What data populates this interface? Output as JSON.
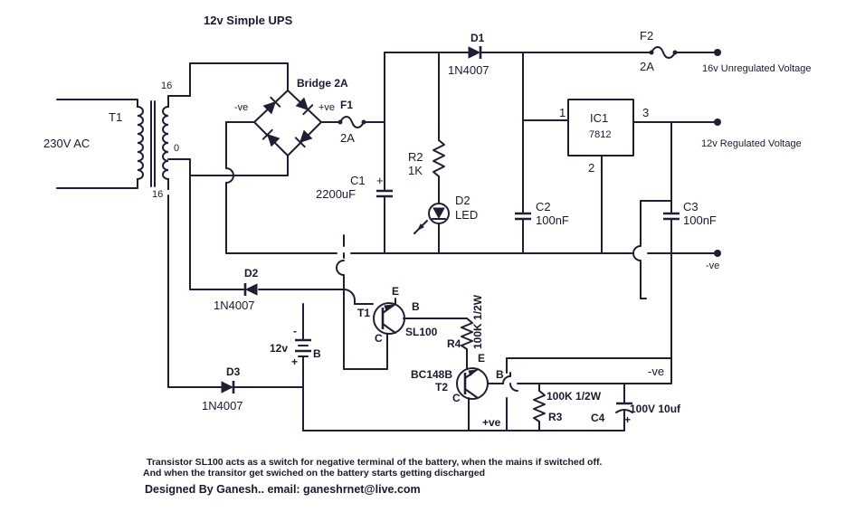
{
  "title": "12v Simple UPS",
  "transformer": {
    "ref": "T1",
    "input": "230V AC",
    "tap_top": "16",
    "tap_center": "0",
    "tap_bottom": "16"
  },
  "bridge": {
    "name": "Bridge 2A",
    "neg": "-ve",
    "pos": "+ve"
  },
  "fuse1": {
    "ref": "F1",
    "rating": "2A"
  },
  "fuse2": {
    "ref": "F2",
    "rating": "2A"
  },
  "diode1": {
    "ref": "D1",
    "part": "1N4007"
  },
  "diode2": {
    "ref": "D2",
    "part": "1N4007"
  },
  "diode3": {
    "ref": "D3",
    "part": "1N4007"
  },
  "cap1": {
    "ref": "C1",
    "value": "2200uF"
  },
  "cap2": {
    "ref": "C2",
    "value": "100nF"
  },
  "cap3": {
    "ref": "C3",
    "value": "100nF"
  },
  "cap4": {
    "ref": "C4",
    "value": "100V 10uf"
  },
  "res2": {
    "ref": "R2",
    "value": "1K"
  },
  "res3": {
    "ref": "R3",
    "value": "100K 1/2W"
  },
  "res4": {
    "ref": "R4",
    "value": "100K 1/2W"
  },
  "led": {
    "ref": "D2",
    "type": "LED"
  },
  "regulator": {
    "ref": "IC1",
    "part": "7812",
    "pin1": "1",
    "pin2": "2",
    "pin3": "3"
  },
  "outputs": {
    "unregulated": "16v Unregulated Voltage",
    "regulated": "12v Regulated Voltage",
    "ground": "-ve"
  },
  "transistor1": {
    "ref": "T1",
    "part": "SL100",
    "e": "E",
    "b": "B",
    "c": "C"
  },
  "transistor2": {
    "ref": "T2",
    "part": "BC148B",
    "e": "E",
    "b": "B",
    "c": "C"
  },
  "battery": {
    "voltage": "12v",
    "ref": "B",
    "minus": "-",
    "plus": "+"
  },
  "bottom_labels": {
    "pos": "+ve",
    "neg": "-ve"
  },
  "notes": {
    "line1": "Transistor SL100 acts as a switch for negative terminal of the battery, when the mains if switched off.",
    "line2": "And when the transitor get swiched on the battery starts getting discharged",
    "credit": "Designed By Ganesh..  email: ganeshrnet@live.com"
  }
}
